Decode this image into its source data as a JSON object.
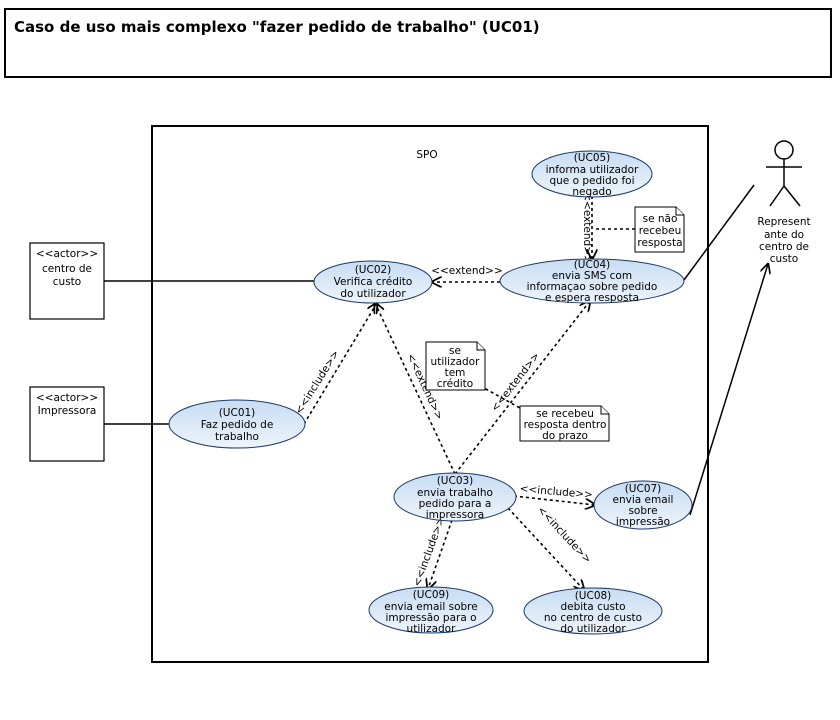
{
  "page": {
    "title": "Caso de uso mais complexo \"fazer pedido de trabalho\" (UC01)"
  },
  "system": {
    "name": "SPO"
  },
  "actors": {
    "centro_custo": {
      "stereotype": "<<actor>>",
      "lines": [
        "centro de",
        "custo"
      ]
    },
    "impressora": {
      "stereotype": "<<actor>>",
      "lines": [
        "Impressora"
      ]
    },
    "representante": {
      "lines": [
        "Represent",
        "ante do",
        "centro de",
        "custo"
      ]
    }
  },
  "use_cases": {
    "uc01": {
      "lines": [
        "(UC01)",
        "Faz pedido de",
        "trabalho"
      ]
    },
    "uc02": {
      "lines": [
        "(UC02)",
        "Verifica crédito",
        "do utilizador"
      ]
    },
    "uc03": {
      "lines": [
        "(UC03)",
        "envia trabalho",
        "pedido para a",
        "impressora"
      ]
    },
    "uc04": {
      "lines": [
        "(UC04)",
        "envia SMS com",
        "informaçao sobre pedido",
        "e espera resposta"
      ]
    },
    "uc05": {
      "lines": [
        "(UC05)",
        "informa utilizador",
        "que o pedido foi",
        "negado"
      ]
    },
    "uc07": {
      "lines": [
        "(UC07)",
        "envia email",
        "sobre",
        "impressão"
      ]
    },
    "uc08": {
      "lines": [
        "(UC08)",
        "debita custo",
        "no centro de custo",
        "do utilizador"
      ]
    },
    "uc09": {
      "lines": [
        "(UC09)",
        "envia email sobre",
        "impressão para o",
        "utilizador"
      ]
    }
  },
  "notes": {
    "n1": {
      "lines": [
        "se não",
        "recebeu",
        "resposta"
      ]
    },
    "n2": {
      "lines": [
        "se",
        "utilizador",
        "tem",
        "crédito"
      ]
    },
    "n3": {
      "lines": [
        "se recebeu",
        "resposta dentro",
        "do prazo"
      ]
    }
  },
  "labels": {
    "uc01_uc02": "<<include>>",
    "uc03_uc02": "<<extend>>",
    "uc03_uc04": "<<extend>>",
    "uc04_uc02": "<<extend>>",
    "uc05_uc04": "<<extend>>",
    "uc03_uc07": "<<include>>",
    "uc03_uc08": "<<include>>",
    "uc03_uc09": "<<include>>"
  }
}
